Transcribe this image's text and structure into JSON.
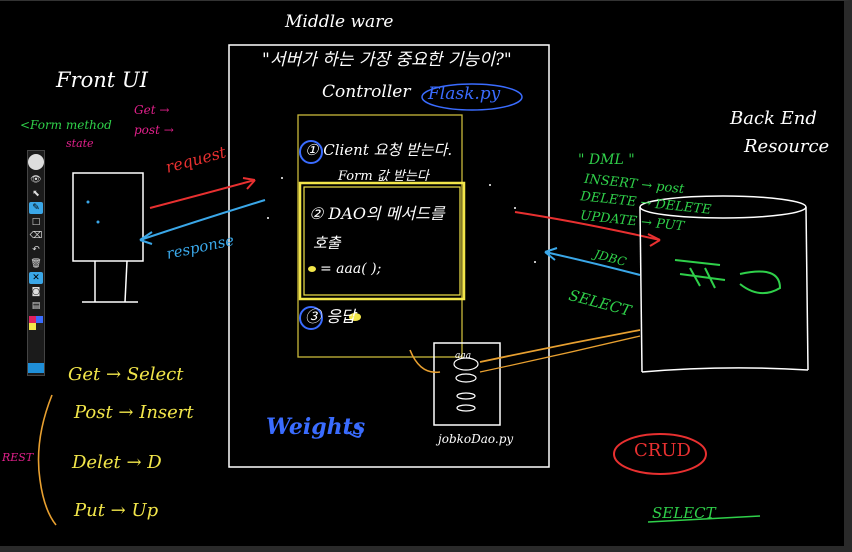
{
  "toolbar": {
    "tools": [
      "pen",
      "eye",
      "pointer",
      "highlighter",
      "shape",
      "eraser",
      "undo",
      "delete",
      "select",
      "camera",
      "paste"
    ],
    "active_tool": "select",
    "palette_colors": [
      "#e02060",
      "#3a6cff",
      "#f2e64a",
      "#222222"
    ]
  },
  "front": {
    "title": "Front UI",
    "form_method": "<Form method",
    "form_state": "state",
    "get_label": "Get →",
    "post_label": "post →",
    "request_label": "request",
    "response_label": "response"
  },
  "middle": {
    "title": "Middle ware",
    "question": "\"서버가 하는 가장 중요한 기능이?\"",
    "controller": "Controller",
    "framework": "Flask.py",
    "step1": "① Client 요청 받는다.",
    "step1b": "Form 값 받는다",
    "step2": "② DAO의 메서드를",
    "step2b": "호출",
    "step2c": "= aaa( );",
    "step3": "③  응답",
    "dao_file": "jobkoDao.py",
    "dao_top": "aaa",
    "weights": "Weights"
  },
  "backend": {
    "title_line1": "Back End",
    "title_line2": "Resource",
    "dml": "\" DML \"",
    "insert": "INSERT → post",
    "delete": "DELETE → DELETE",
    "update": "UPDATE → PUT",
    "jdbc": "JDBC",
    "select": "SELECT"
  },
  "methods": {
    "get": "Get → Select",
    "post": "Post → Insert",
    "delete": "Delet → D",
    "put": "Put → Up"
  },
  "crud": "CRUD",
  "select_bottom": "SELECT",
  "rest_label": "REST",
  "colors": {
    "white": "#ffffff",
    "yellow": "#f2e64a",
    "blue": "#3aa7e8",
    "red": "#e83030",
    "green": "#2fd04a",
    "magenta": "#e0208a",
    "orange": "#e8a030"
  }
}
